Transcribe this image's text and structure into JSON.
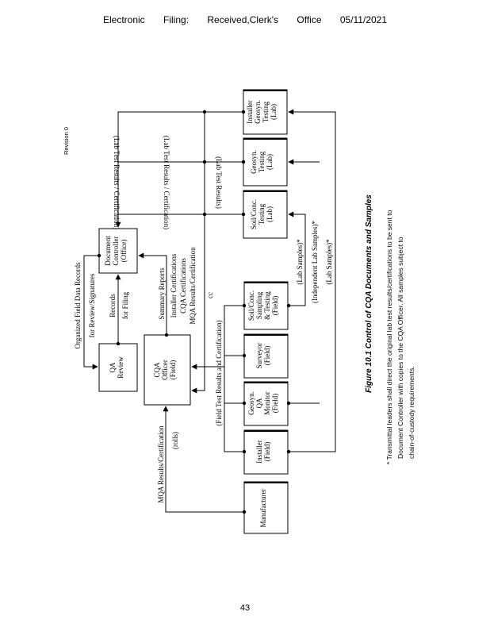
{
  "header": {
    "parts": [
      "Electronic",
      "Filing:",
      "Received,Clerk's",
      "Office",
      "05/11/2021"
    ]
  },
  "revision": "Revision 0",
  "page_number": "43",
  "figure": {
    "caption": "Figure 10.1  Control of CQA Documents and Samples",
    "note_lines": [
      "*  Transmittal leaders shall direct the original lab test results/certifications to be sent to",
      "Document Controller with copies to the CQA Officer.  All samples subject to",
      "chain-of-custody requirements."
    ],
    "boxes": {
      "installer_lab": [
        "Installer",
        "Geosyn.",
        "Testing",
        "(Lab)"
      ],
      "geosyn_lab": [
        "Geosyn.",
        "Testing",
        "(Lab)"
      ],
      "soil_lab": [
        "Soil/Conc.",
        "Testing",
        "(Lab)"
      ],
      "doc_controller": [
        "Document",
        "Controller",
        "(Office)"
      ],
      "qa_review": [
        "QA",
        "Review"
      ],
      "cqa_officer": [
        "CQA",
        "Officer",
        "(Field)"
      ],
      "soil_sampling": [
        "Soil/Conc.",
        "Sampling",
        "& Testing",
        "(Field)"
      ],
      "surveyor": [
        "Surveyor",
        "(Field)"
      ],
      "geosyn_monitor": [
        "Geosyn.",
        "QA",
        "Monitor",
        "(Field)"
      ],
      "installer_field": [
        "Installer",
        "(Field)"
      ],
      "manufacturer": [
        "Manufacturer"
      ]
    },
    "labels": {
      "lab_results_cert_1": "(Lab Test Results / Certification)",
      "lab_results_cert_2": "(Lab Test Results / Certification)",
      "lab_results": "(Lab Test Results)",
      "organized_field": "Organized Field Data Records",
      "for_review": "for Review/Signatures",
      "records": "Records",
      "for_filing": "for Filing",
      "summary_reports": "Summary Reports",
      "installer_cert": "Installer Certifications",
      "cqa_cert": "CQA Certifications",
      "mqa_cert": "MQA Results/Certification",
      "cc": "cc",
      "field_test": "(Field Test Results and Certification)",
      "lab_samples": "(Lab Samples)*",
      "independent_lab_samples": "(Independent Lab Samples)*",
      "lab_samples_2": "(Lab Samples)*",
      "mqa_results": "MQA Results/Certification",
      "rolls": "(rolls)"
    }
  }
}
